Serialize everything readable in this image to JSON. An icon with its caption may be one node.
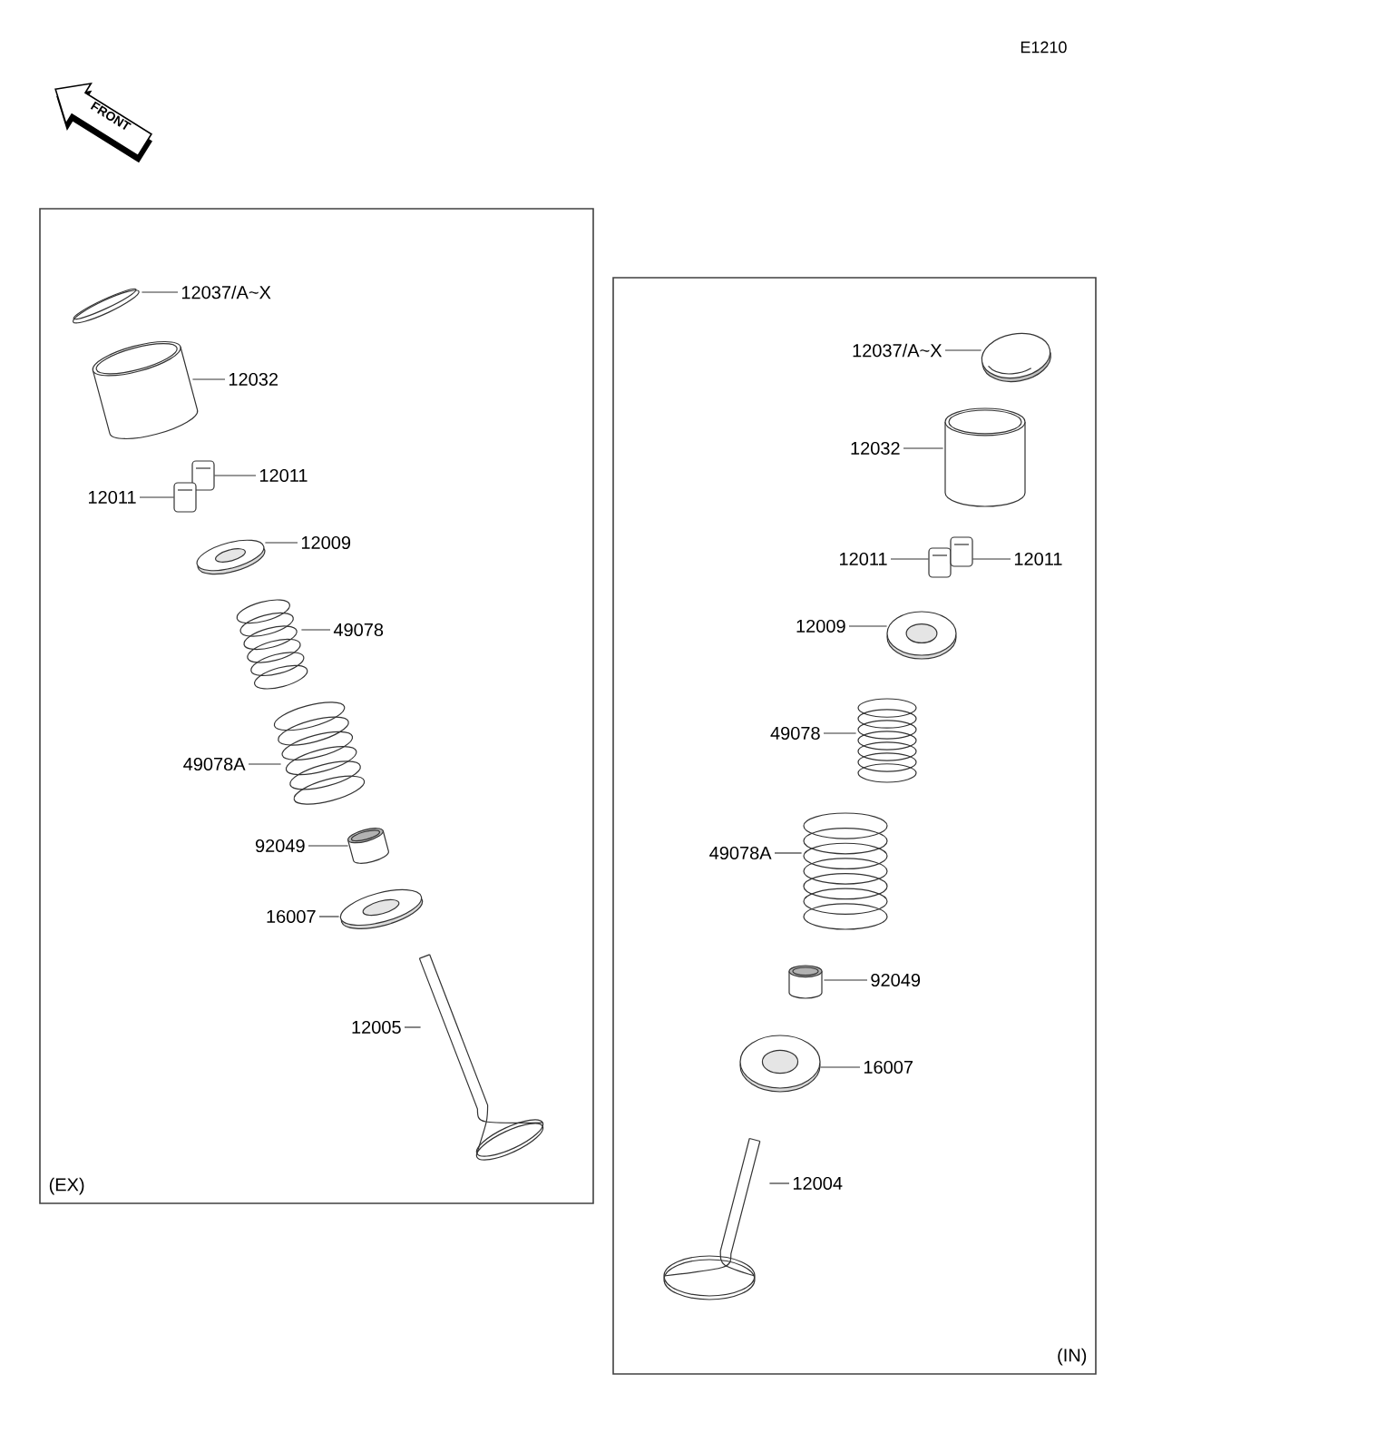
{
  "diagram": {
    "nodes": [
      {
        "text": [
          "(EX)"
        ]
      },
      {
        "text": [
          "12037/A~X"
        ],
        "in": 0
      },
      {
        "text": [],
        "shape": "picture",
        "in": 0
      },
      {
        "text": [
          "12032"
        ],
        "in": 0
      },
      {
        "text": [],
        "shape": "picture",
        "in": 0
      },
      {
        "text": [
          "12011"
        ],
        "in": 0
      },
      {
        "text": [],
        "shape": "picture",
        "in": 0
      },
      {
        "text": [
          "12011"
        ],
        "in": 0
      },
      {
        "text": [],
        "shape": "picture",
        "in": 0
      },
      {
        "text": [
          "12009"
        ],
        "in": 0
      },
      {
        "text": [],
        "shape": "picture",
        "in": 0
      },
      {
        "text": [
          "49078"
        ],
        "in": 0
      },
      {
        "text": [],
        "shape": "picture",
        "in": 0
      },
      {
        "text": [
          "49078A"
        ],
        "in": 0
      },
      {
        "text": [],
        "shape": "picture",
        "in": 0
      },
      {
        "text": [
          "92049"
        ],
        "in": 0
      },
      {
        "text": [],
        "shape": "picture",
        "in": 0
      },
      {
        "text": [
          "16007"
        ],
        "in": 0
      },
      {
        "text": [],
        "shape": "picture",
        "in": 0
      },
      {
        "text": [
          "12005"
        ],
        "in": 0
      },
      {
        "text": [],
        "shape": "picture",
        "in": 0
      },
      {
        "text": [
          "(IN)"
        ]
      },
      {
        "text": [
          "12037/A~X"
        ],
        "in": 21
      },
      {
        "text": [],
        "shape": "picture",
        "in": 21
      },
      {
        "text": [
          "12032"
        ],
        "in": 21
      },
      {
        "text": [],
        "shape": "picture",
        "in": 21
      },
      {
        "text": [
          "12011"
        ],
        "in": 21
      },
      {
        "text": [],
        "shape": "picture",
        "in": 21
      },
      {
        "text": [
          "12011"
        ],
        "in": 21
      },
      {
        "text": [],
        "shape": "picture",
        "in": 21
      },
      {
        "text": [
          "12009"
        ],
        "in": 21
      },
      {
        "text": [],
        "shape": "picture",
        "in": 21
      },
      {
        "text": [
          "49078"
        ],
        "in": 21
      },
      {
        "text": [],
        "shape": "picture",
        "in": 21
      },
      {
        "text": [
          "49078A"
        ],
        "in": 21
      },
      {
        "text": [],
        "shape": "picture",
        "in": 21
      },
      {
        "text": [
          "92049"
        ],
        "in": 21
      },
      {
        "text": [],
        "shape": "picture",
        "in": 21
      },
      {
        "text": [
          "16007"
        ],
        "in": 21
      },
      {
        "text": [],
        "shape": "picture",
        "in": 21
      },
      {
        "text": [
          "12004"
        ],
        "in": 21
      },
      {
        "text": [],
        "shape": "picture",
        "in": 21
      }
    ],
    "edges": [
      {
        "from": 1,
        "to": 2,
        "arrow": "none"
      },
      {
        "from": 3,
        "to": 4,
        "arrow": "none"
      },
      {
        "from": 5,
        "to": 6,
        "arrow": "none"
      },
      {
        "from": 7,
        "to": 8,
        "arrow": "none"
      },
      {
        "from": 9,
        "to": 10,
        "arrow": "none"
      },
      {
        "from": 11,
        "to": 12,
        "arrow": "none"
      },
      {
        "from": 13,
        "to": 14,
        "arrow": "none"
      },
      {
        "from": 15,
        "to": 16,
        "arrow": "none"
      },
      {
        "from": 17,
        "to": 18,
        "arrow": "none"
      },
      {
        "from": 19,
        "to": 20,
        "arrow": "none"
      },
      {
        "from": 22,
        "to": 23,
        "arrow": "none"
      },
      {
        "from": 24,
        "to": 25,
        "arrow": "none"
      },
      {
        "from": 26,
        "to": 27,
        "arrow": "none"
      },
      {
        "from": 28,
        "to": 29,
        "arrow": "none"
      },
      {
        "from": 30,
        "to": 31,
        "arrow": "none"
      },
      {
        "from": 32,
        "to": 33,
        "arrow": "none"
      },
      {
        "from": 34,
        "to": 35,
        "arrow": "none"
      },
      {
        "from": 36,
        "to": 37,
        "arrow": "none"
      },
      {
        "from": 38,
        "to": 39,
        "arrow": "none"
      },
      {
        "from": 40,
        "to": 41,
        "arrow": "none"
      }
    ],
    "labels": [
      "E1210",
      "FRONT"
    ]
  }
}
